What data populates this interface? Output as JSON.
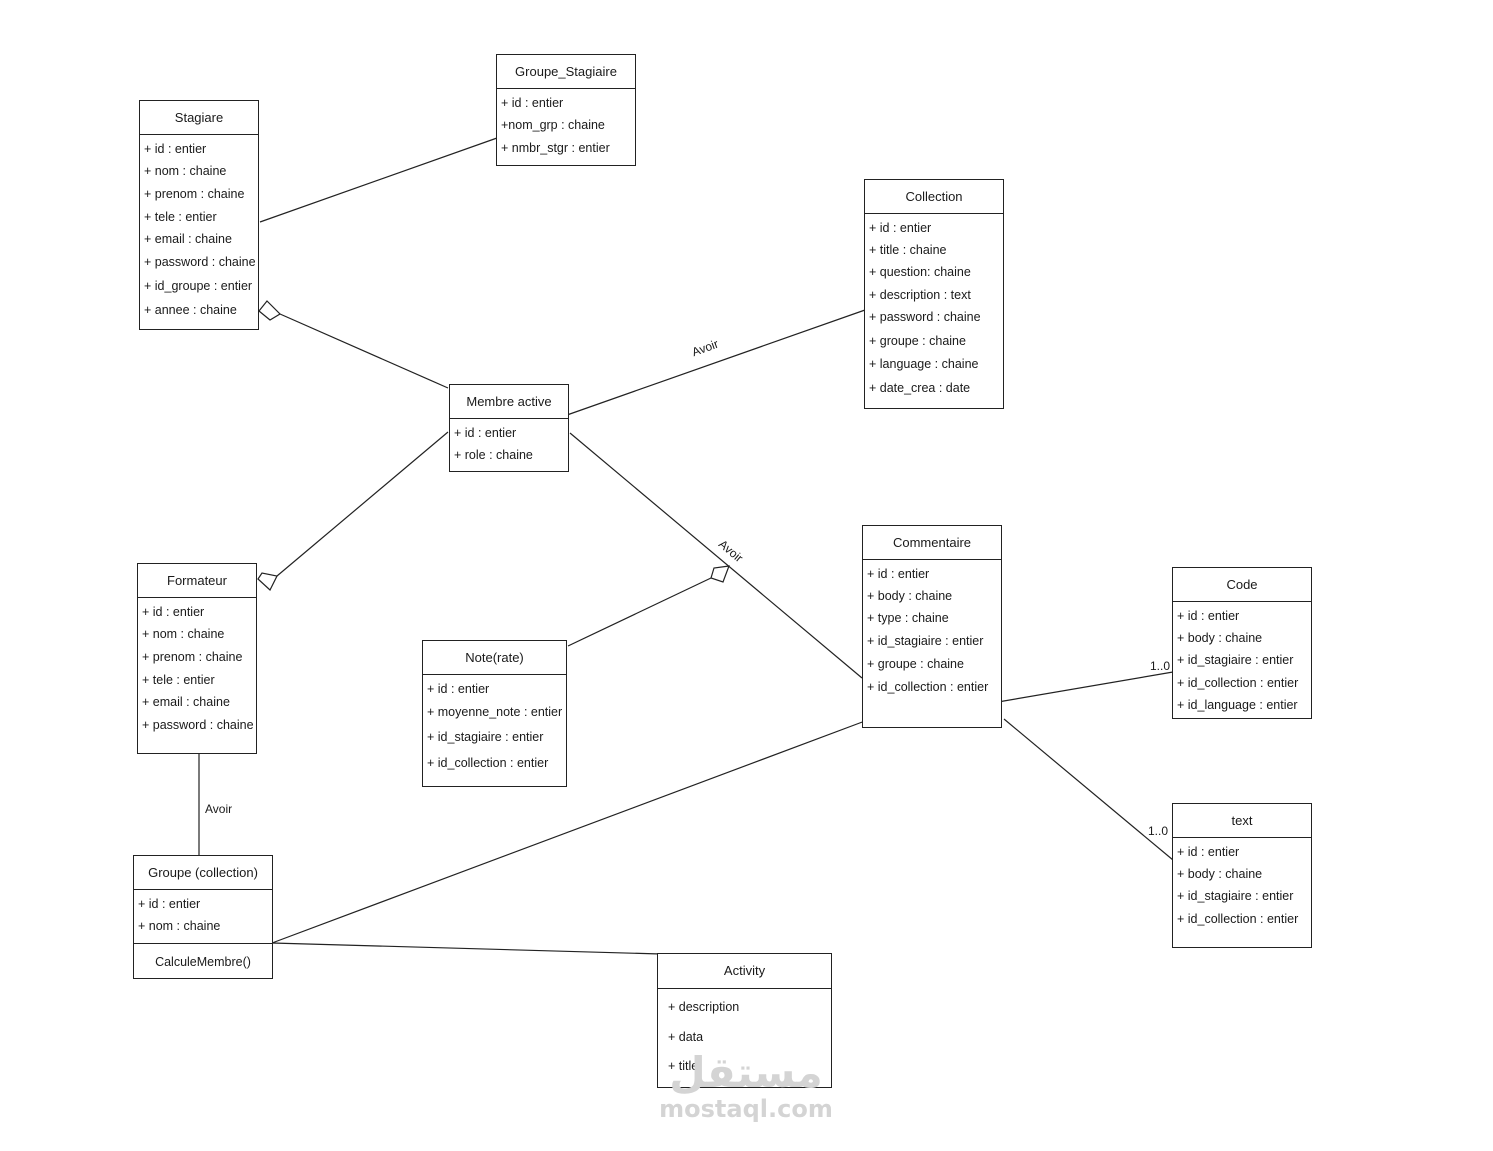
{
  "classes": {
    "stagiare": {
      "title": "Stagiare",
      "attrs": [
        "+ id : entier",
        "+ nom : chaine",
        "+ prenom : chaine",
        "+ tele : entier",
        "+ email : chaine",
        "+ password : chaine",
        "+ id_groupe : entier",
        "+ annee : chaine"
      ]
    },
    "groupe_stagiaire": {
      "title": "Groupe_Stagiaire",
      "attrs": [
        "+ id : entier",
        "+nom_grp : chaine",
        "+ nmbr_stgr : entier"
      ]
    },
    "collection": {
      "title": "Collection",
      "attrs": [
        "+ id : entier",
        "+ title : chaine",
        "+ question: chaine",
        "+ description : text",
        "+ password : chaine",
        "+ groupe : chaine",
        "+ language : chaine",
        "+ date_crea : date"
      ]
    },
    "membre_active": {
      "title": "Membre active",
      "attrs": [
        "+ id : entier",
        "+ role : chaine"
      ]
    },
    "formateur": {
      "title": "Formateur",
      "attrs": [
        "+ id : entier",
        "+ nom : chaine",
        "+ prenom : chaine",
        "+ tele : entier",
        "+ email : chaine",
        "+ password : chaine"
      ]
    },
    "note": {
      "title": "Note(rate)",
      "attrs": [
        "+ id : entier",
        "+ moyenne_note : entier",
        "+ id_stagiaire : entier",
        "+ id_collection : entier"
      ]
    },
    "commentaire": {
      "title": "Commentaire",
      "attrs": [
        "+ id : entier",
        "+ body : chaine",
        "+ type : chaine",
        "+ id_stagiaire : entier",
        "+ groupe : chaine",
        "+ id_collection : entier"
      ]
    },
    "code": {
      "title": "Code",
      "attrs": [
        "+ id : entier",
        "+ body : chaine",
        "+ id_stagiaire : entier",
        "+ id_collection : entier",
        "+ id_language : entier"
      ]
    },
    "text": {
      "title": "text",
      "attrs": [
        "+ id : entier",
        "+ body : chaine",
        "+ id_stagiaire : entier",
        "+ id_collection : entier"
      ]
    },
    "groupe_collection": {
      "title": "Groupe (collection)",
      "attrs": [
        "+ id : entier",
        "+ nom : chaine"
      ],
      "ops": [
        "CalculeMembre()"
      ]
    },
    "activity": {
      "title": "Activity",
      "attrs": [
        "+ description",
        "+ data",
        "+ title"
      ]
    }
  },
  "labels": {
    "avoir_collection": "Avoir",
    "avoir_commentaire": "Avoir",
    "avoir_formateur": "Avoir",
    "mult_code": "1..0",
    "mult_text": "1..0"
  },
  "watermark": {
    "glyph": "مستقل",
    "text": "mostaql.com"
  }
}
